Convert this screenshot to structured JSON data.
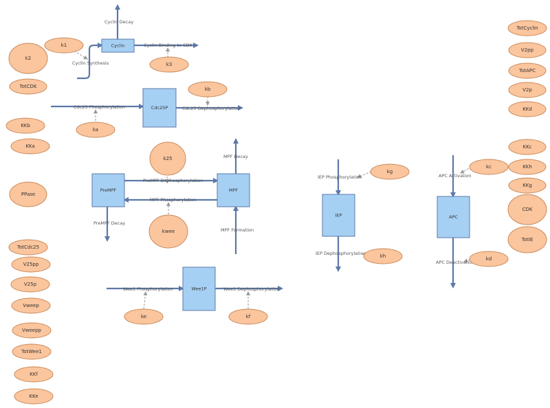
{
  "parameters": {
    "k2": "k2",
    "k1": "k1",
    "k3": "k3",
    "TotCDK": "TotCDK",
    "kb": "kb",
    "ka": "ka",
    "KKb": "KKb",
    "KKa": "KKa",
    "k25": "k25",
    "PPase": "PPase",
    "kwee": "kwee",
    "TotCdc25": "TotCdc25",
    "V25pp": "V25pp",
    "V25p": "V25p",
    "Vweep": "Vweep",
    "Vweepp": "Vweepp",
    "TotWee1": "TotWee1",
    "KKf": "KKf",
    "KKe": "KKe",
    "ke": "ke",
    "kf": "kf",
    "kg": "kg",
    "kh": "kh",
    "kc": "kc",
    "kd": "kd",
    "TotCyclin": "TotCyclin",
    "V2pp": "V2pp",
    "TotAPC": "TotAPC",
    "V2p": "V2p",
    "KKd": "KKd",
    "KKc": "KKc",
    "KKh": "KKh",
    "KKg": "KKg",
    "CDK": "CDK",
    "TotIE": "TotIE"
  },
  "stocks": {
    "Cyclin": "Cyclin",
    "Cdc25P": "Cdc25P",
    "PreMPF": "PreMPF",
    "MPF": "MPF",
    "Wee1P": "Wee1P",
    "IEP": "IEP",
    "APC": "APC"
  },
  "flows": {
    "cyclin_decay": "Cyclin Decay",
    "cyclin_binding": "Cyclin Binding to CDK",
    "cyclin_synthesis": "Cyclin Synthesis",
    "cdc25_phos": "Cdc25 Phosphorylation",
    "cdc25_dephos": "Cdc25 Dephosphorylation",
    "mpf_decay": "MPF Decay",
    "premf_dephos": "PreMPF Dephosphorylation",
    "mpf_phos": "MPF Phosphorylation",
    "premf_decay": "PreMPF Decay",
    "mpf_formation": "MPF Formation",
    "wee1_phos": "Wee1 Phosphorylation",
    "wee1_dephos": "Wee1 Dephosphorylation",
    "iep_phos": "IEP Phosphorylation",
    "iep_dephos": "IEP Dephosphorylation",
    "apc_activation": "APC Activation",
    "apc_deactivation": "APC Deactivation"
  }
}
